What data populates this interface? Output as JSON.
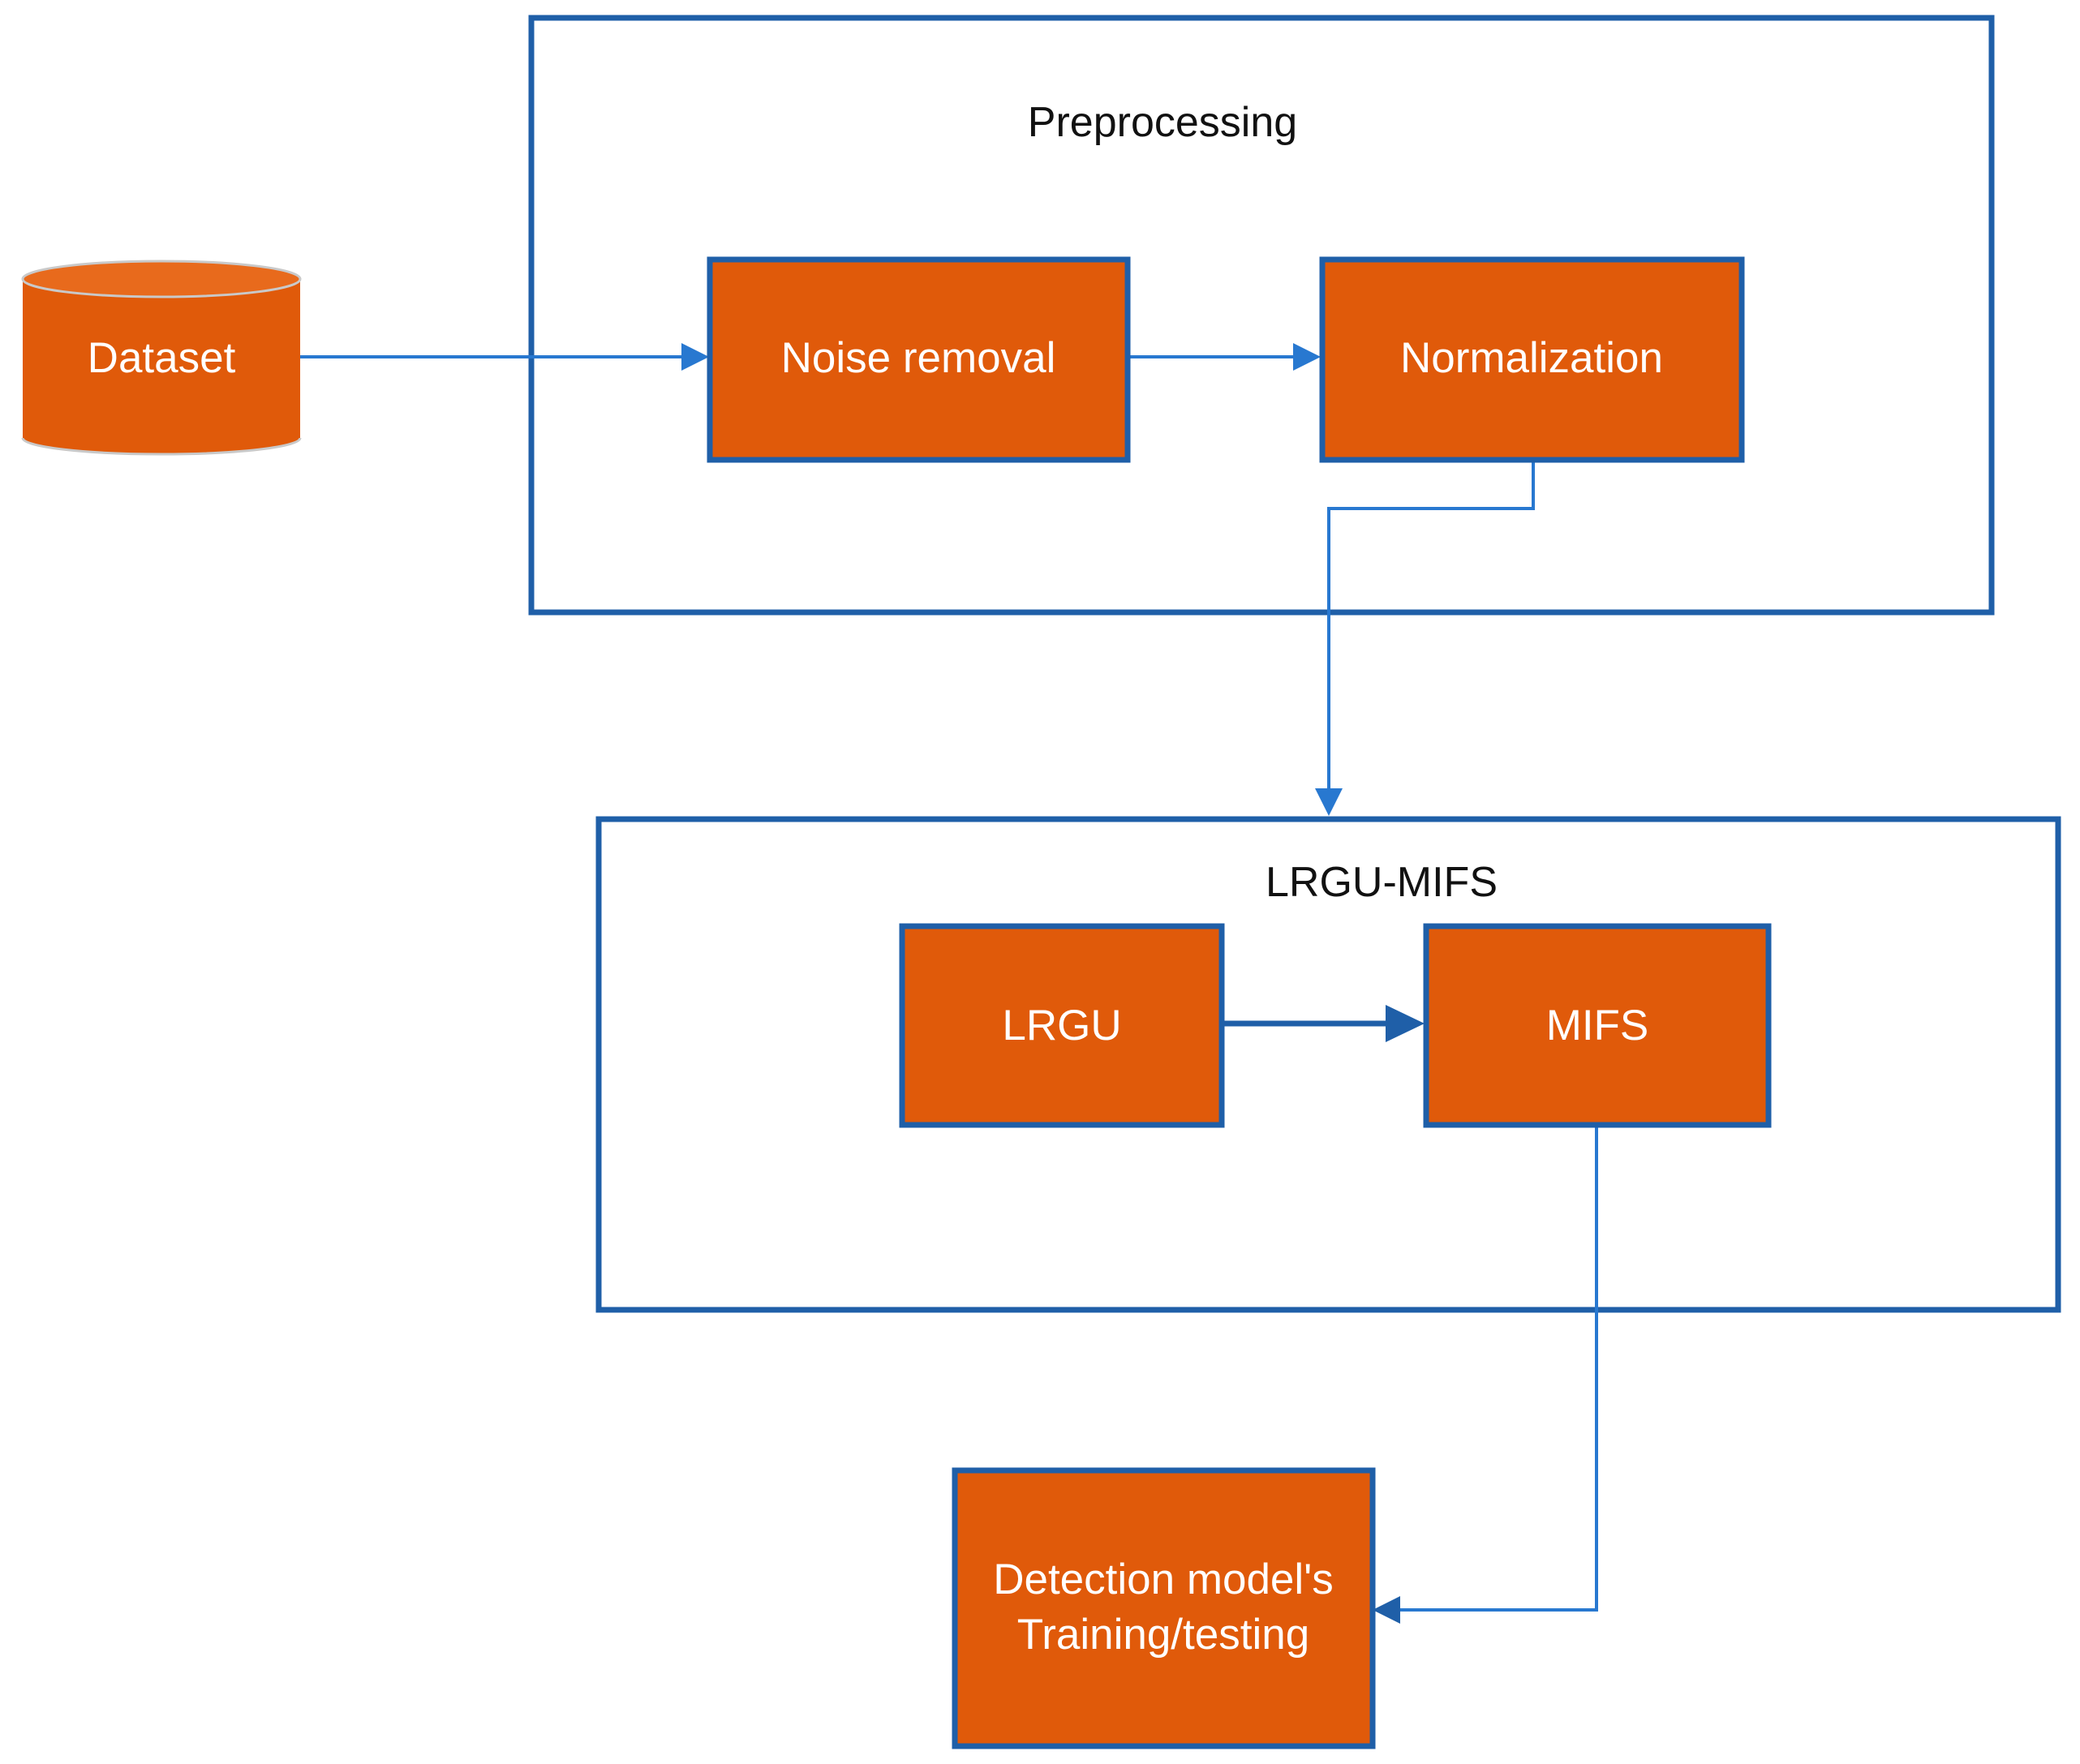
{
  "groups": {
    "preprocessing": "Preprocessing",
    "lrgu_mifs": "LRGU-MIFS"
  },
  "nodes": {
    "dataset": "Dataset",
    "noise_removal": "Noise removal",
    "normalization": "Normalization",
    "lrgu": "LRGU",
    "mifs": "MIFS",
    "detection_line1": "Detection model's",
    "detection_line2": "Training/testing"
  },
  "edges": [
    {
      "from": "Dataset",
      "to": "Noise removal"
    },
    {
      "from": "Noise removal",
      "to": "Normalization"
    },
    {
      "from": "Normalization",
      "to": "LRGU-MIFS"
    },
    {
      "from": "LRGU",
      "to": "MIFS"
    },
    {
      "from": "MIFS",
      "to": "Detection model's Training/testing"
    }
  ],
  "colors": {
    "node_fill": "#e05a0a",
    "frame_stroke": "#1f5fa8",
    "connector": "#2878d0"
  }
}
